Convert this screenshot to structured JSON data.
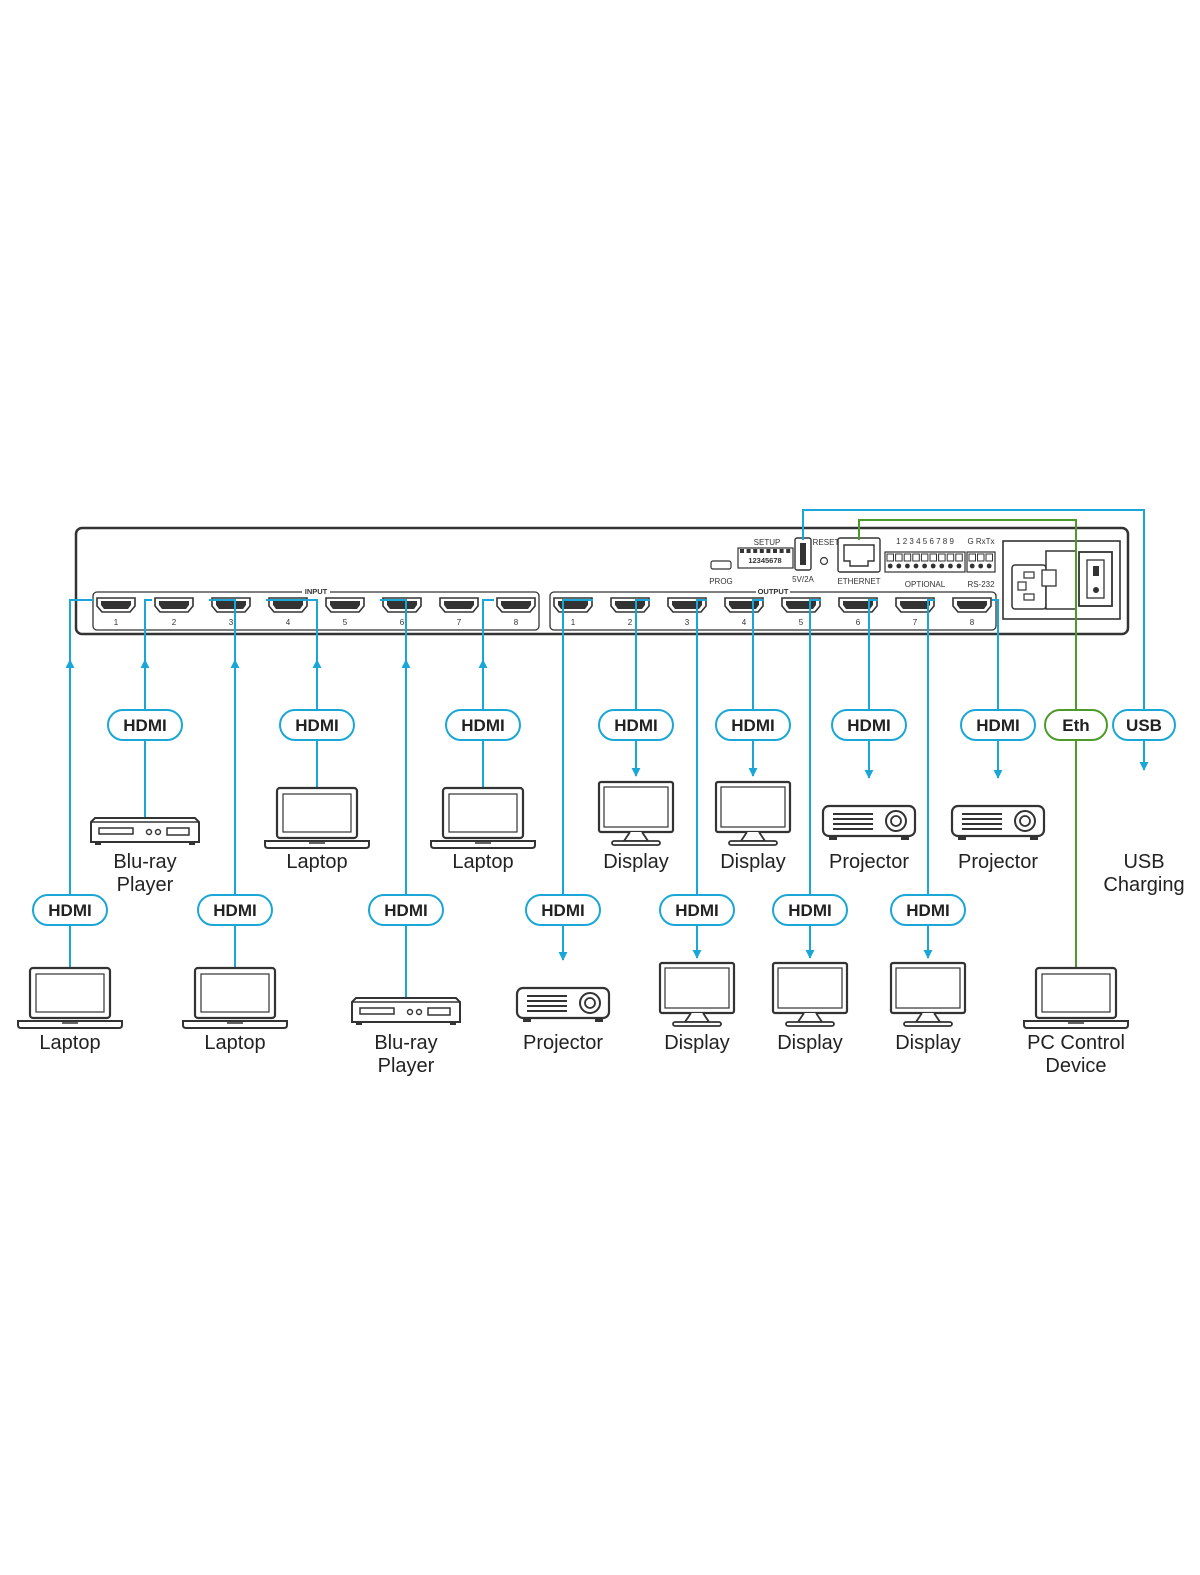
{
  "colors": {
    "cable_hdmi": "#1aa6d6",
    "cable_eth": "#4c9a2a",
    "outline": "#333333",
    "panel_fill": "#ffffff"
  },
  "device": {
    "input_group_label": "INPUT",
    "output_group_label": "OUTPUT",
    "input_port_numbers": [
      "1",
      "2",
      "3",
      "4",
      "5",
      "6",
      "7",
      "8"
    ],
    "output_port_numbers": [
      "1",
      "2",
      "3",
      "4",
      "5",
      "6",
      "7",
      "8"
    ],
    "prog_label": "PROG",
    "setup_label": "SETUP",
    "setup_dip_numbers": "12345678",
    "usb_label": "5V/2A",
    "reset_label": "RESET",
    "ethernet_label": "ETHERNET",
    "optional_numbers": "1 2 3 4 5 6 7 8 9",
    "optional_label": "OPTIONAL",
    "rs232_pins": "G RxTx",
    "rs232_label": "RS-232"
  },
  "connections": {
    "inputs": [
      {
        "port": "1",
        "cable": "HDMI",
        "device": "Laptop",
        "icon": "laptop-icon"
      },
      {
        "port": "2",
        "cable": "HDMI",
        "device": "Blu-ray Player",
        "icon": "bluray-player-icon"
      },
      {
        "port": "3",
        "cable": "HDMI",
        "device": "Laptop",
        "icon": "laptop-icon"
      },
      {
        "port": "4",
        "cable": "HDMI",
        "device": "Laptop",
        "icon": "laptop-icon"
      },
      {
        "port": "6",
        "cable": "HDMI",
        "device": "Blu-ray Player",
        "icon": "bluray-player-icon"
      },
      {
        "port": "8",
        "cable": "HDMI",
        "device": "Laptop",
        "icon": "laptop-icon"
      }
    ],
    "outputs": [
      {
        "port": "1",
        "cable": "HDMI",
        "device": "Projector",
        "icon": "projector-icon"
      },
      {
        "port": "2",
        "cable": "HDMI",
        "device": "Display",
        "icon": "display-icon"
      },
      {
        "port": "3",
        "cable": "HDMI",
        "device": "Display",
        "icon": "display-icon"
      },
      {
        "port": "4",
        "cable": "HDMI",
        "device": "Display",
        "icon": "display-icon"
      },
      {
        "port": "5",
        "cable": "HDMI",
        "device": "Display",
        "icon": "display-icon"
      },
      {
        "port": "6",
        "cable": "HDMI",
        "device": "Projector",
        "icon": "projector-icon"
      },
      {
        "port": "7",
        "cable": "HDMI",
        "device": "Display",
        "icon": "display-icon"
      },
      {
        "port": "8",
        "cable": "HDMI",
        "device": "Projector",
        "icon": "projector-icon"
      }
    ],
    "control": [
      {
        "port": "ETHERNET",
        "cable": "Eth",
        "device": "PC Control Device",
        "icon": "laptop-icon"
      },
      {
        "port": "5V/2A",
        "cable": "USB",
        "device": "USB Charging",
        "icon": ""
      }
    ]
  },
  "labels": {
    "hdmi": "HDMI",
    "eth": "Eth",
    "usb": "USB",
    "laptop": "Laptop",
    "bluray_line1": "Blu-ray",
    "bluray_line2": "Player",
    "display": "Display",
    "projector": "Projector",
    "pc_line1": "PC Control",
    "pc_line2": "Device",
    "usb_charging_line1": "USB",
    "usb_charging_line2": "Charging"
  }
}
